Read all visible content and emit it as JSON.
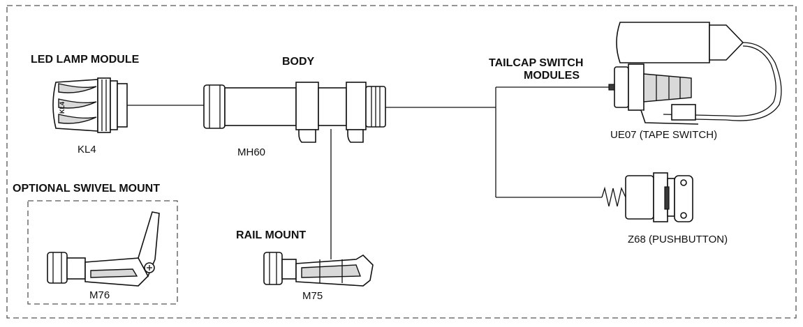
{
  "headings": {
    "led_lamp_module": "LED LAMP MODULE",
    "body": "BODY",
    "tailcap_line1": "TAILCAP SWITCH",
    "tailcap_line2": "MODULES",
    "optional_swivel_mount": "OPTIONAL SWIVEL MOUNT",
    "rail_mount": "RAIL MOUNT"
  },
  "parts": {
    "kl4": "KL4",
    "mh60": "MH60",
    "ue07": "UE07 (TAPE SWITCH)",
    "z68": "Z68 (PUSHBUTTON)",
    "m76": "M76",
    "m75": "M75"
  },
  "lamp_marking": "KL4",
  "colors": {
    "line": "#111111",
    "fill_grey": "#d9d9d9",
    "frame": "#555555"
  }
}
